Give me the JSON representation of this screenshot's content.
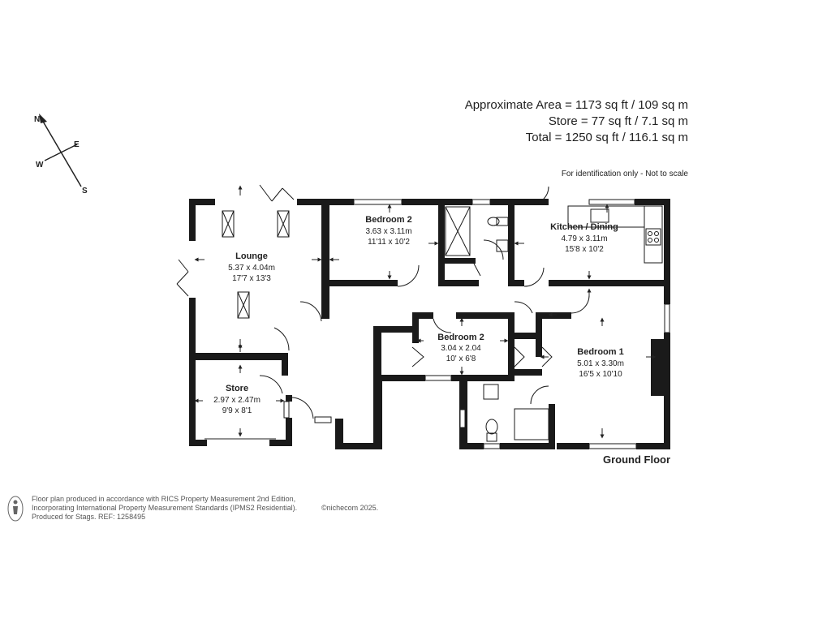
{
  "area_summary": {
    "approx_area": "Approximate Area = 1173 sq ft / 109 sq m",
    "store_area": "Store = 77 sq ft / 7.1 sq m",
    "total_area": "Total = 1250 sq ft / 116.1 sq m",
    "note": "For identification only - Not to scale"
  },
  "compass": {
    "n": "N",
    "e": "E",
    "s": "S",
    "w": "W"
  },
  "rooms": {
    "lounge": {
      "name": "Lounge",
      "metric": "5.37 x 4.04m",
      "imperial": "17'7 x 13'3"
    },
    "bedroom2_front": {
      "name": "Bedroom 2",
      "metric": "3.63 x 3.11m",
      "imperial": "11'11 x 10'2"
    },
    "kitchen": {
      "name": "Kitchen / Dining",
      "metric": "4.79 x 3.11m",
      "imperial": "15'8 x 10'2"
    },
    "bedroom2_middle": {
      "name": "Bedroom 2",
      "metric": "3.04 x 2.04",
      "imperial": "10' x 6'8"
    },
    "bedroom1": {
      "name": "Bedroom 1",
      "metric": "5.01 x 3.30m",
      "imperial": "16'5 x 10'10"
    },
    "store": {
      "name": "Store",
      "metric": "2.97 x 2.47m",
      "imperial": "9'9 x 8'1"
    }
  },
  "floor_label": "Ground Floor",
  "footer": {
    "line1": "Floor plan produced in accordance with RICS Property Measurement 2nd Edition,",
    "line2": "Incorporating International Property Measurement Standards (IPMS2 Residential).",
    "copyright": "©nichecom 2025.",
    "line3": "Produced for Stags.   REF: 1258495"
  }
}
